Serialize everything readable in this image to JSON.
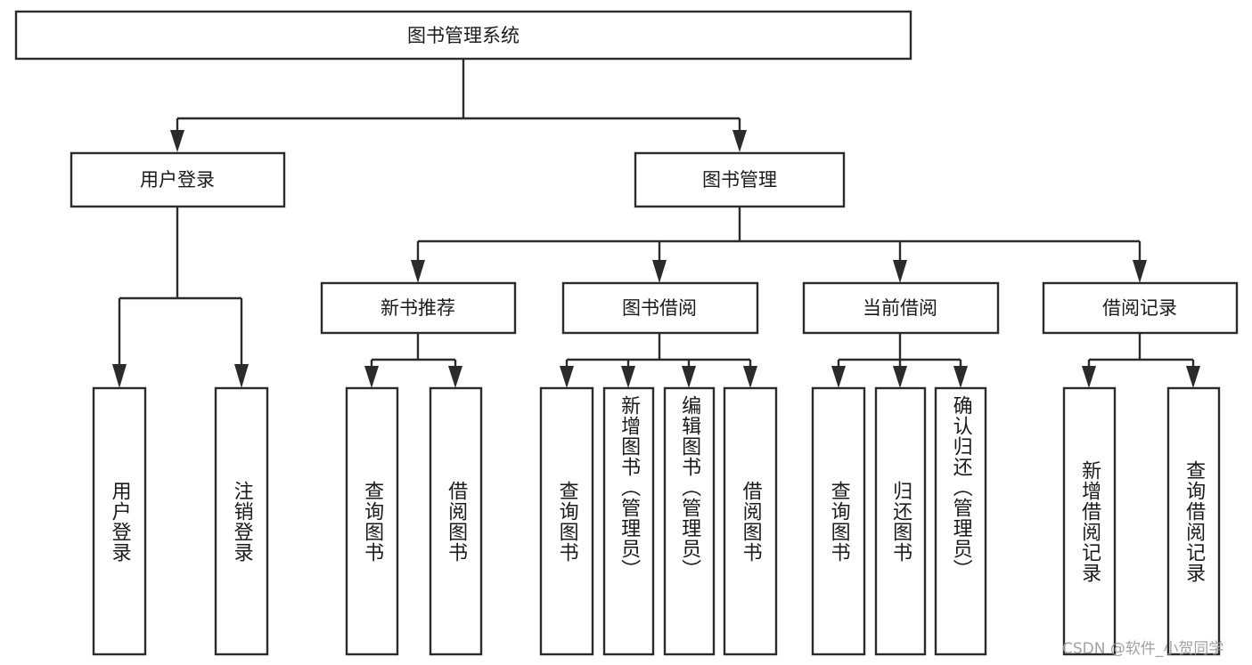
{
  "diagram": {
    "title": "图书管理系统",
    "type": "hierarchy-tree",
    "root": {
      "id": "root",
      "label": "图书管理系统",
      "orientation": "horizontal"
    },
    "level1": [
      {
        "id": "user-login",
        "label": "用户登录",
        "orientation": "horizontal"
      },
      {
        "id": "book-manage",
        "label": "图书管理",
        "orientation": "horizontal"
      }
    ],
    "level2": [
      {
        "id": "new-book-recommend",
        "label": "新书推荐",
        "parent": "book-manage",
        "orientation": "horizontal"
      },
      {
        "id": "book-borrow",
        "label": "图书借阅",
        "parent": "book-manage",
        "orientation": "horizontal"
      },
      {
        "id": "current-borrow",
        "label": "当前借阅",
        "parent": "book-manage",
        "orientation": "horizontal"
      },
      {
        "id": "borrow-record",
        "label": "借阅记录",
        "parent": "book-manage",
        "orientation": "horizontal"
      }
    ],
    "leaves": [
      {
        "id": "leaf-user-login",
        "label": "用户登录",
        "parent": "user-login",
        "orientation": "vertical"
      },
      {
        "id": "leaf-logout",
        "label": "注销登录",
        "parent": "user-login",
        "orientation": "vertical"
      },
      {
        "id": "leaf-query-book-1",
        "label": "查询图书",
        "parent": "new-book-recommend",
        "orientation": "vertical"
      },
      {
        "id": "leaf-borrow-book-1",
        "label": "借阅图书",
        "parent": "new-book-recommend",
        "orientation": "vertical"
      },
      {
        "id": "leaf-query-book-2",
        "label": "查询图书",
        "parent": "book-borrow",
        "orientation": "vertical"
      },
      {
        "id": "leaf-add-book",
        "label": "新增图书（管理员）",
        "parent": "book-borrow",
        "orientation": "vertical"
      },
      {
        "id": "leaf-edit-book",
        "label": "编辑图书（管理员）",
        "parent": "book-borrow",
        "orientation": "vertical"
      },
      {
        "id": "leaf-borrow-book-2",
        "label": "借阅图书",
        "parent": "book-borrow",
        "orientation": "vertical"
      },
      {
        "id": "leaf-query-book-3",
        "label": "查询图书",
        "parent": "current-borrow",
        "orientation": "vertical"
      },
      {
        "id": "leaf-return-book",
        "label": "归还图书",
        "parent": "current-borrow",
        "orientation": "vertical"
      },
      {
        "id": "leaf-confirm-return",
        "label": "确认归还（管理员）",
        "parent": "current-borrow",
        "orientation": "vertical"
      },
      {
        "id": "leaf-add-record",
        "label": "新增借阅记录",
        "parent": "borrow-record",
        "orientation": "vertical"
      },
      {
        "id": "leaf-query-record",
        "label": "查询借阅记录",
        "parent": "borrow-record",
        "orientation": "vertical"
      }
    ],
    "colors": {
      "stroke": "#2b2b2b",
      "fill": "#ffffff",
      "text": "#1a1a1a",
      "watermark": "#9a9a9a"
    }
  },
  "watermark": {
    "text": "CSDN @软件_小贺同学"
  }
}
